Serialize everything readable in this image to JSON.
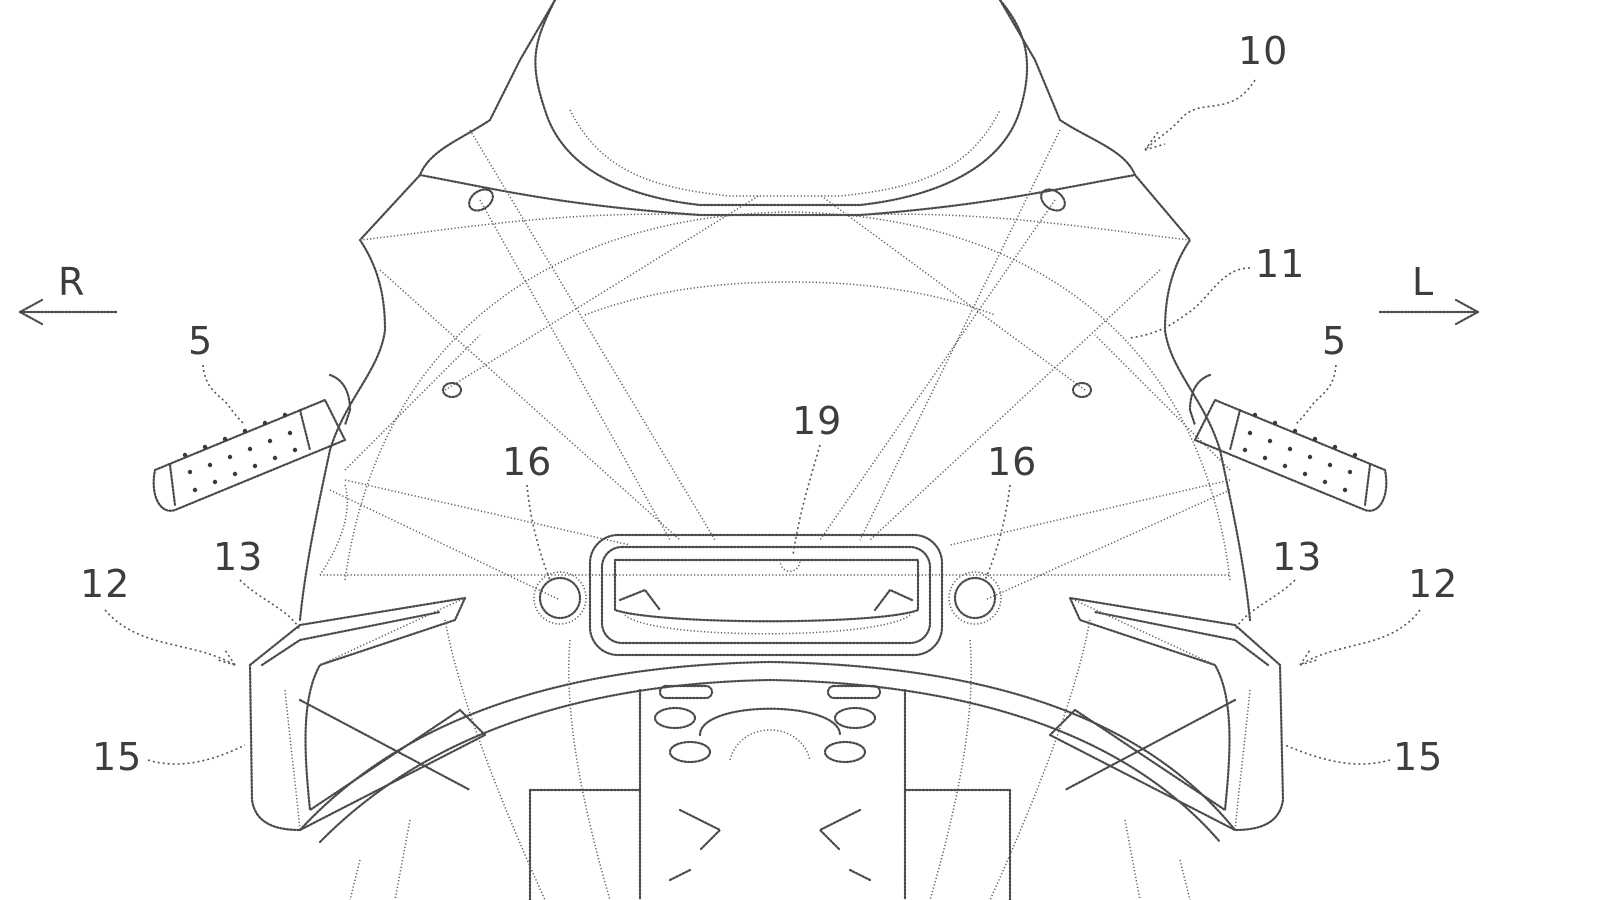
{
  "labels": {
    "vehicle": "10",
    "cowl": "11",
    "left_unit": "12",
    "right_unit": "12",
    "left_13": "13",
    "right_13": "13",
    "left_15": "15",
    "right_15": "15",
    "left_16": "16",
    "right_16": "16",
    "meter": "19",
    "left_grip": "5",
    "right_grip": "5"
  },
  "directions": {
    "right": "R",
    "left": "L"
  }
}
